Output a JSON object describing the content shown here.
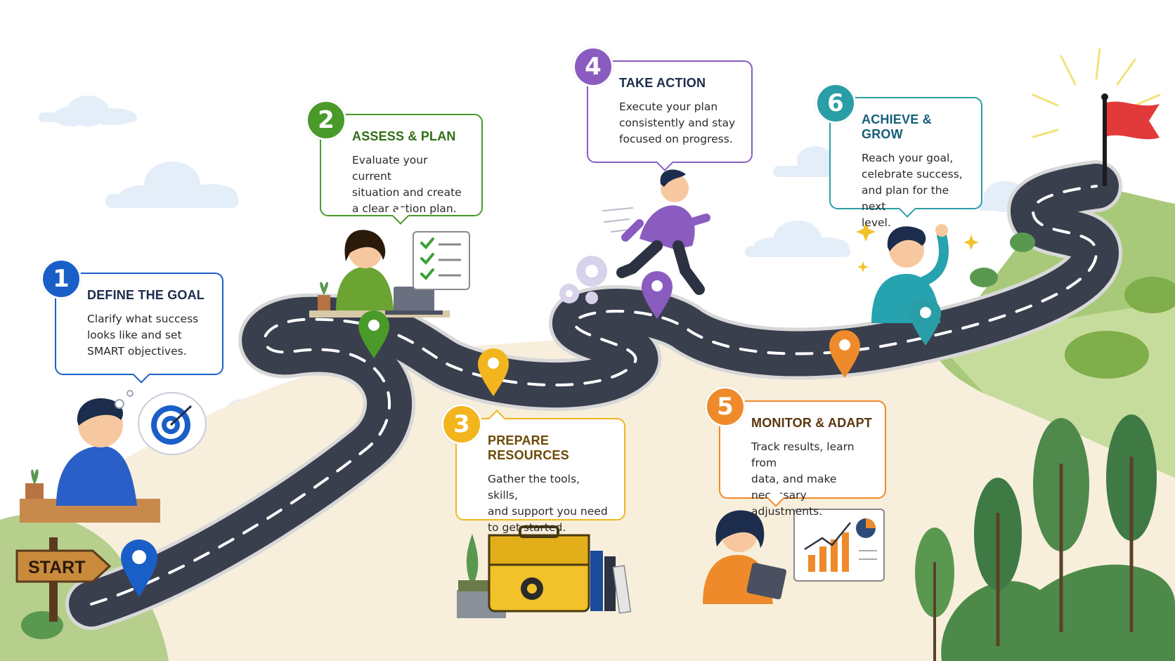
{
  "start_sign": {
    "label": "START"
  },
  "steps": [
    {
      "number": "1",
      "title": "DEFINE THE GOAL",
      "description": [
        "Clarify what success",
        "looks like and set",
        "SMART objectives."
      ],
      "color": "#1a5fc8",
      "icon": "target-icon"
    },
    {
      "number": "2",
      "title": "ASSESS & PLAN",
      "description": [
        "Evaluate your current",
        "situation and create",
        "a clear action plan."
      ],
      "color": "#4a9a2a",
      "icon": "checklist-icon"
    },
    {
      "number": "3",
      "title": "PREPARE RESOURCES",
      "description": [
        "Gather the tools, skills,",
        "and support you need",
        "to get started."
      ],
      "color": "#f2b51d",
      "icon": "toolbox-icon"
    },
    {
      "number": "4",
      "title": "TAKE ACTION",
      "description": [
        "Execute your plan",
        "consistently and stay",
        "focused on progress."
      ],
      "color": "#8a5cc0",
      "icon": "gear-icon"
    },
    {
      "number": "5",
      "title": "MONITOR & ADAPT",
      "description": [
        "Track results, learn from",
        "data, and make necessary",
        "adjustments."
      ],
      "color": "#ef8a2a",
      "icon": "bar-chart-icon"
    },
    {
      "number": "6",
      "title": "ACHIEVE & GROW",
      "description": [
        "Reach your goal,",
        "celebrate success,",
        "and plan for the next",
        "level."
      ],
      "color": "#2a9ea6",
      "icon": "flag-icon"
    }
  ],
  "colors": {
    "road": "#3a3f4e",
    "road_edge": "#d8d8d8",
    "ground": "#f7efdc",
    "hill": "#a9c97a",
    "tree_dark": "#3f7a44",
    "tree_light": "#7fae4a",
    "cloud": "#e3eef9",
    "flag": "#e23a3a"
  }
}
